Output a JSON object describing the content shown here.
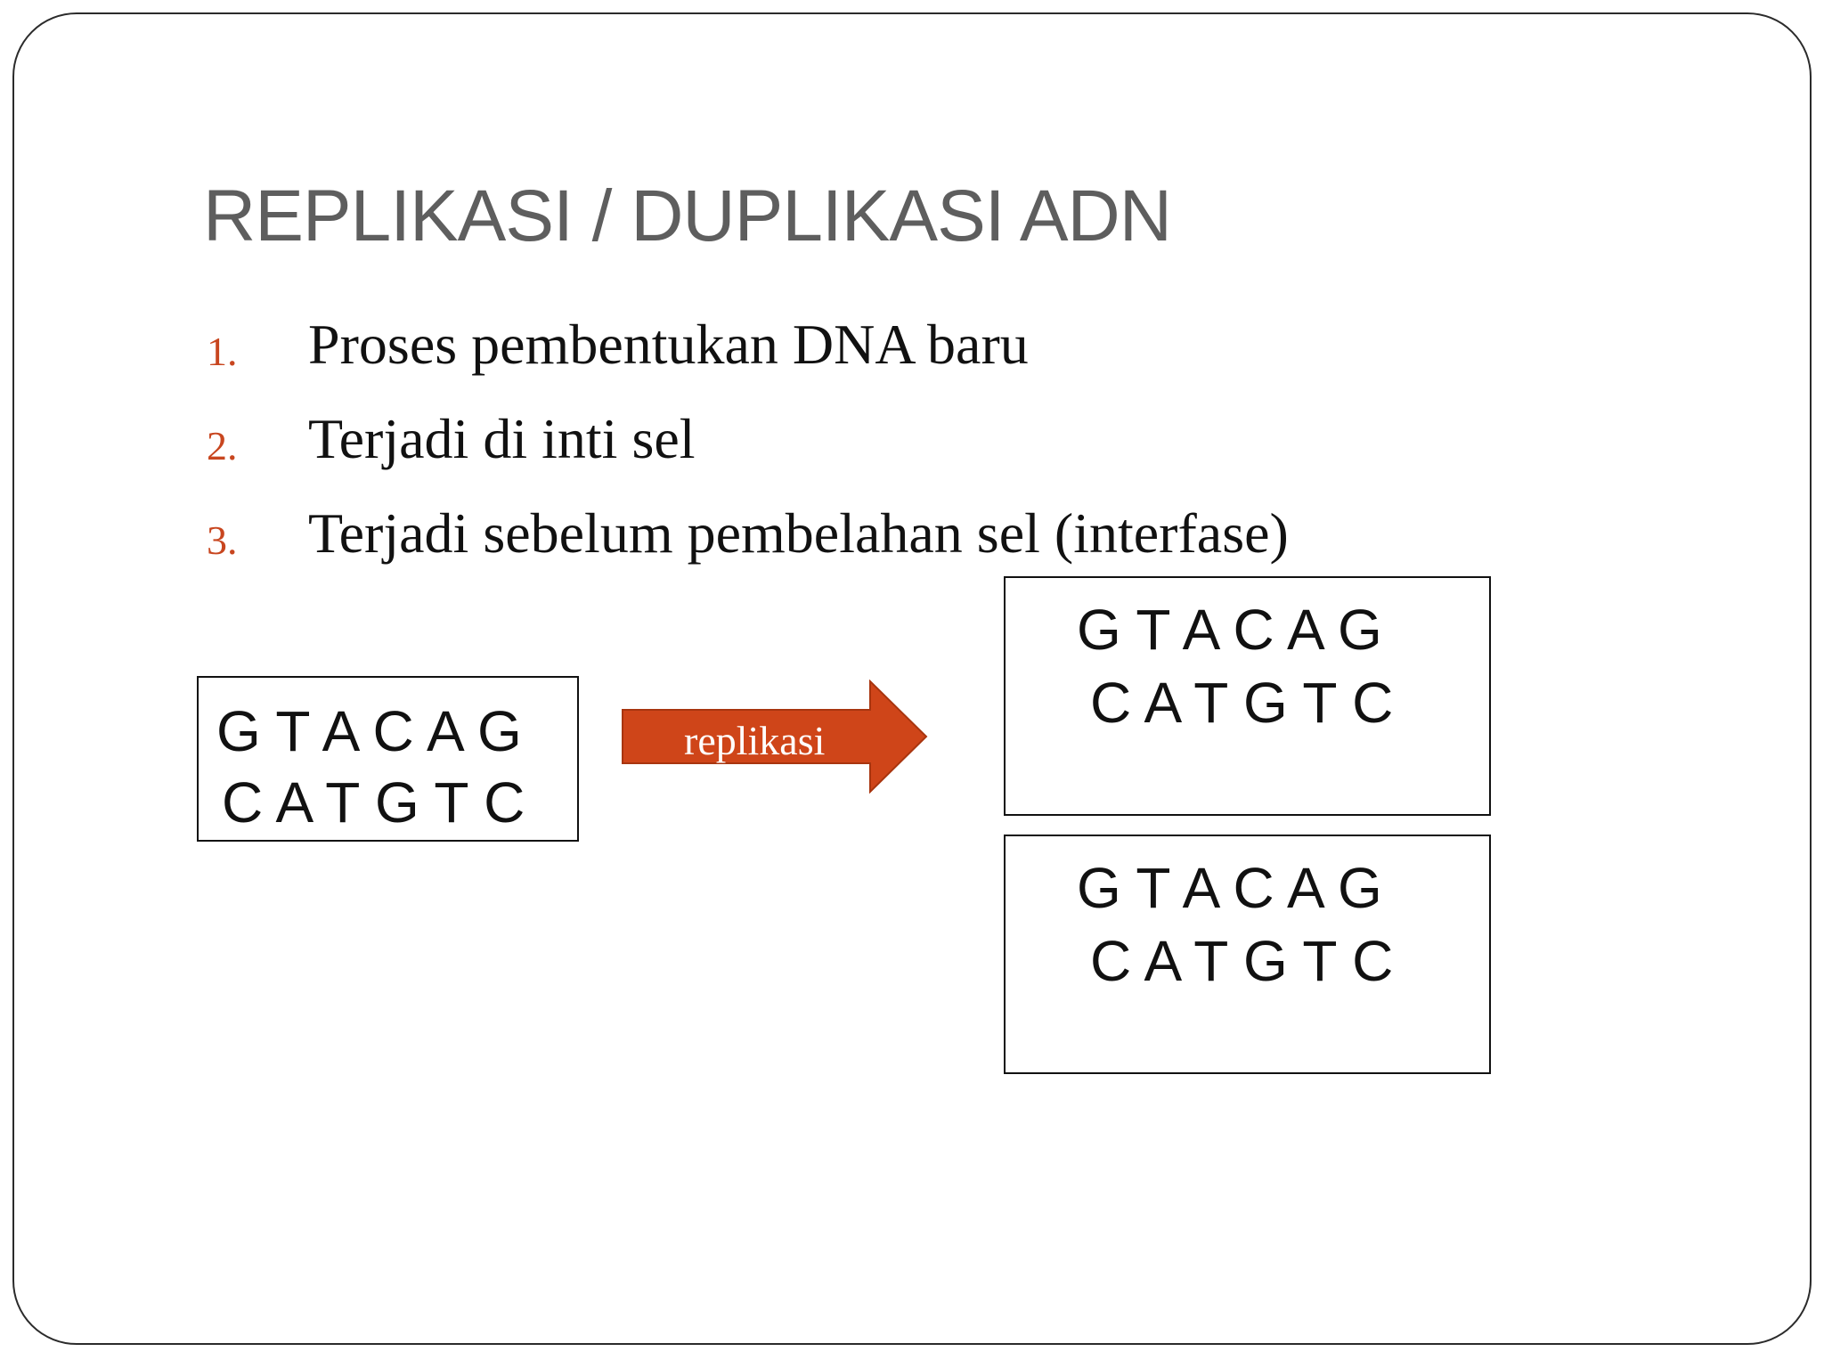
{
  "slide": {
    "title": "REPLIKASI / DUPLIKASI ADN",
    "points": [
      {
        "number": "1.",
        "text": "Proses pembentukan DNA baru"
      },
      {
        "number": "2.",
        "text": "Terjadi di inti sel"
      },
      {
        "number": "3.",
        "text": "Terjadi sebelum  pembelahan sel (interfase)"
      }
    ]
  },
  "diagram": {
    "original": {
      "strand1": "G T A C A G",
      "strand2": "C A T G T C"
    },
    "arrow": {
      "label": "replikasi",
      "icon": "right-arrow-icon",
      "color": "#cf4519"
    },
    "copies": [
      {
        "strand1": "G T A C A G",
        "strand2": "C A T G T C"
      },
      {
        "strand1": "G T A C A G",
        "strand2": "C A T G T C"
      }
    ]
  }
}
